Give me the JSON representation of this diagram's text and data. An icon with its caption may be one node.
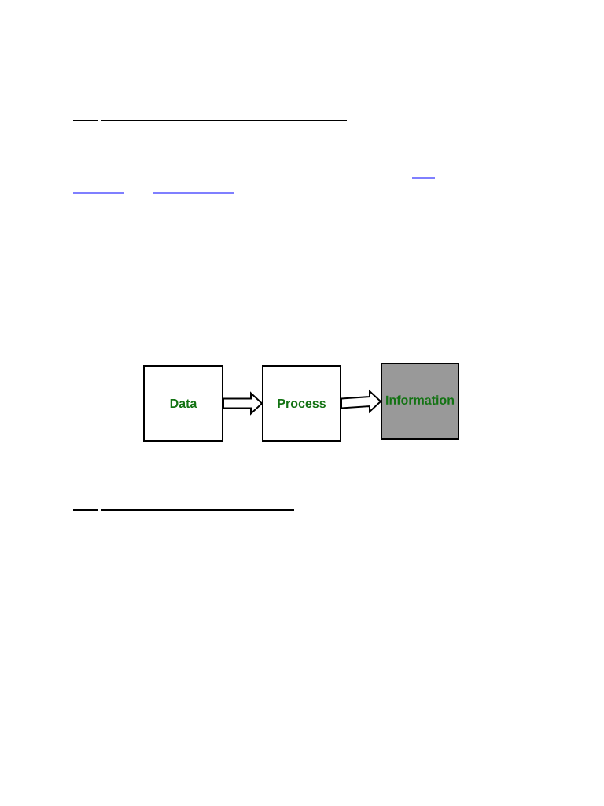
{
  "diagram": {
    "nodes": [
      {
        "text": [
          "Data"
        ]
      },
      {
        "text": [
          "Process"
        ]
      },
      {
        "text": [
          "Information"
        ]
      }
    ],
    "edges": [
      {
        "from": 0,
        "to": 1,
        "arrow": "to"
      },
      {
        "from": 1,
        "to": 2,
        "arrow": "to"
      }
    ]
  }
}
